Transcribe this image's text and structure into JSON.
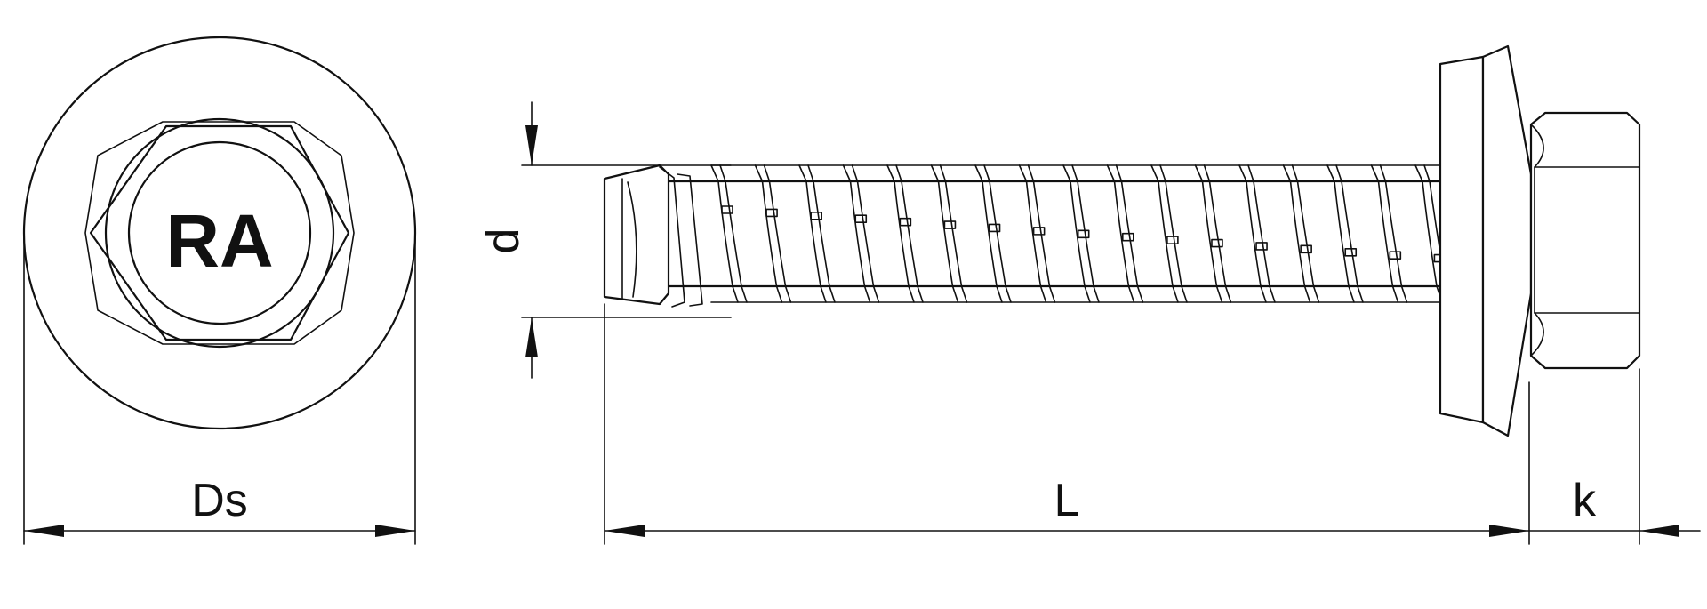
{
  "head_marking": "RA",
  "dimensions": {
    "washer_diameter": "Ds",
    "thread_diameter": "d",
    "length": "L",
    "head_height": "k"
  }
}
